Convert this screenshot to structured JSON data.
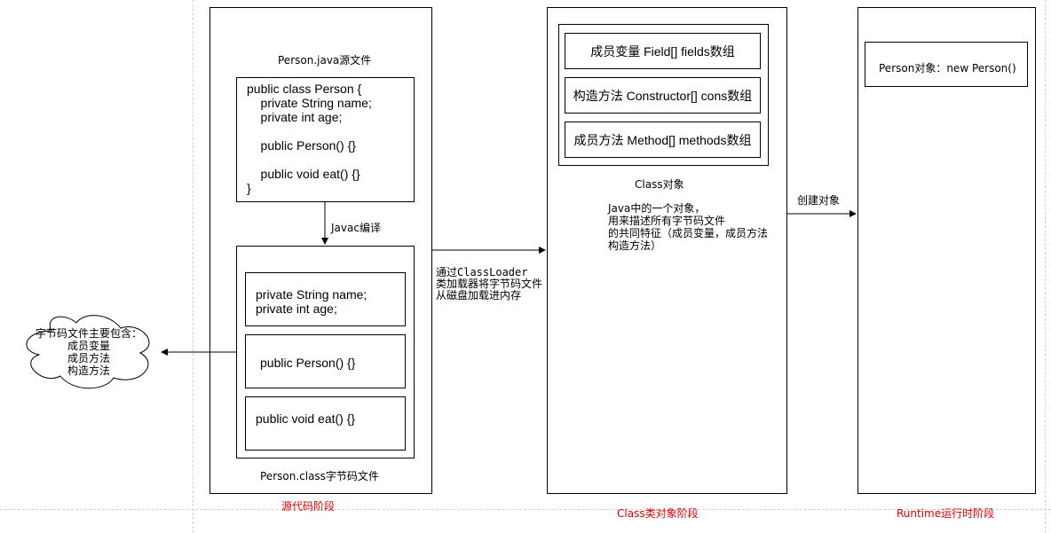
{
  "source_stage": {
    "title": "源代码阶段",
    "java_file_label": "Person.java源文件",
    "java_code": "public class Person {\n    private String name;\n    private int age;\n\n    public Person() {}\n\n    public void eat() {}\n}",
    "compile_label": "Javac编译",
    "class_fields": "private String name;\nprivate int age;",
    "class_constructor": "public Person() {}",
    "class_method": "public void eat() {}",
    "class_file_label": "Person.class字节码文件",
    "cloud_title": "字节码文件主要包含：",
    "cloud_lines": [
      "成员变量",
      "成员方法",
      "构造方法"
    ]
  },
  "classloader_note": [
    "通过ClassLoader",
    "类加载器将字节码文件",
    "从磁盘加载进内存"
  ],
  "class_stage": {
    "title": "Class类对象阶段",
    "fields_box": "成员变量 Field[] fields数组",
    "constructors_box": "构造方法 Constructor[] cons数组",
    "methods_box": "成员方法 Method[] methods数组",
    "object_label": "Class对象",
    "description": [
      "Java中的一个对象，",
      "用来描述所有字节码文件",
      "的共同特征（成员变量，成员方法",
      "构造方法）"
    ]
  },
  "create_label": "创建对象",
  "runtime_stage": {
    "title": "Runtime运行时阶段",
    "object_box": "Person对象：new Person()"
  },
  "colors": {
    "stage_title": "#e00000",
    "stroke": "#000000",
    "grid": "#d0d0d0"
  }
}
